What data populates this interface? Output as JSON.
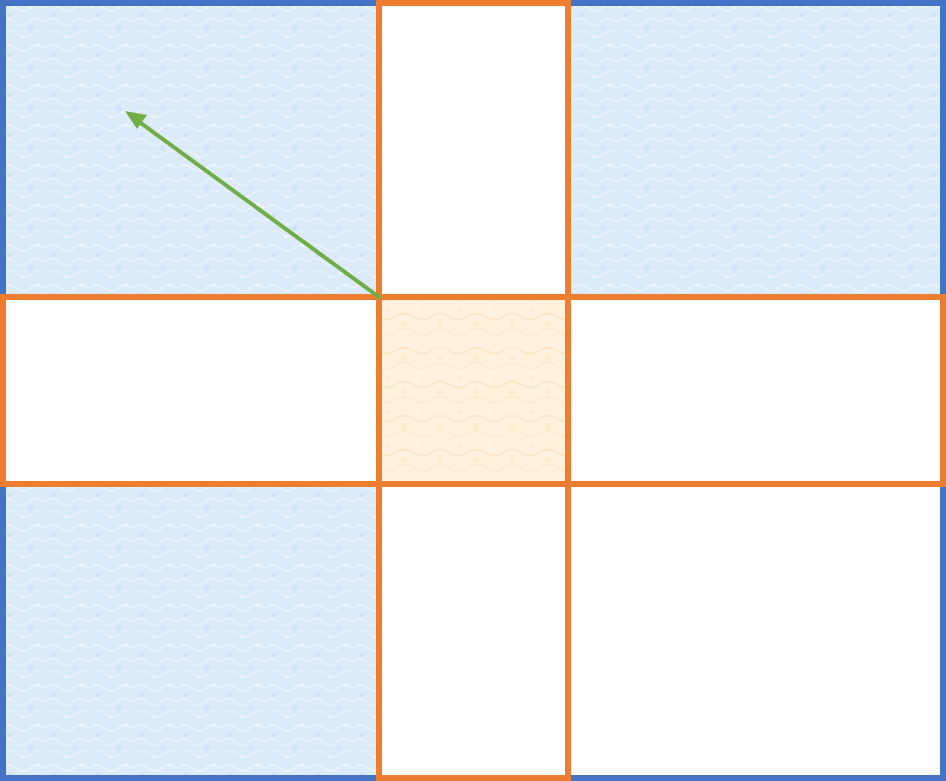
{
  "diagram": {
    "colors": {
      "outer_border": "#4472C4",
      "grid_lines": "#ED7D31",
      "arrow": "#70AD47",
      "corner_fill": "#DCEBFA",
      "corner_texture": "#FFFFFF",
      "center_fill": "#FFF2DC",
      "center_texture": "#F3DAB4",
      "empty_fill": "#FFFFFF"
    },
    "cells": {
      "top_left": "textured-blue",
      "top_middle": "empty",
      "top_right": "textured-blue",
      "middle_left": "empty",
      "center": "textured-cream",
      "middle_right": "empty",
      "bottom_left": "textured-blue",
      "bottom_middle": "empty",
      "bottom_right": "empty"
    },
    "arrow": {
      "from": "center",
      "to": "top_left"
    }
  }
}
